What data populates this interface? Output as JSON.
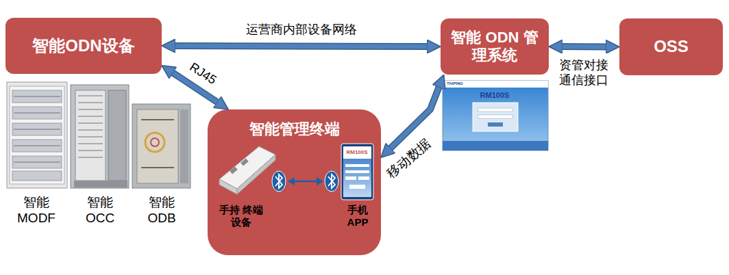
{
  "diagram": {
    "nodes": [
      {
        "text": [
          "智能ODN设备"
        ]
      },
      {
        "text": [
          "智能 ODN 管理系统"
        ]
      },
      {
        "text": [
          "OSS"
        ]
      },
      {
        "text": [
          "智能管理终端"
        ]
      }
    ],
    "edges": [
      {
        "from": 0,
        "to": 1,
        "arrow": "both",
        "label": "运营商内部设备网络"
      },
      {
        "from": 0,
        "to": 3,
        "arrow": "both",
        "label": "RJ45"
      },
      {
        "from": 1,
        "to": 2,
        "arrow": "both",
        "label": "资管对接 通信接口"
      },
      {
        "from": 3,
        "to": 1,
        "arrow": "both",
        "label": "移动数据"
      }
    ],
    "labels": [
      "智能 MODF",
      "智能 OCC",
      "智能 ODB",
      "手持 终端设备",
      "手机 APP",
      "TAIPING",
      "RM100S",
      "RM100S"
    ]
  }
}
